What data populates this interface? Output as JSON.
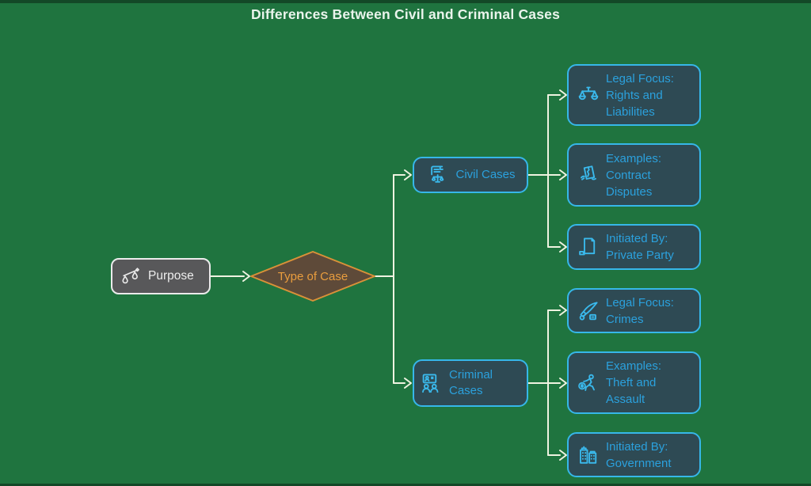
{
  "title": "Differences Between Civil and Criminal Cases",
  "colors": {
    "background": "#1f743f",
    "edge_line": "#eff3e1",
    "title_text": "#eaf4ec",
    "leaf_fill": "#2e4a54",
    "leaf_border": "#36b7e9",
    "leaf_text": "#2ba1dd",
    "icon_accent": "#3ab9ec",
    "decision_fill": "#5e4a39",
    "decision_border": "#d99138",
    "decision_text": "#e99d3e",
    "start_fill": "#58585a",
    "start_border": "#ebebeb",
    "start_text": "#ededed"
  },
  "nodes": {
    "start": {
      "label": "Purpose",
      "icon": "tilted-scales-icon"
    },
    "decision": {
      "label": "Type of Case"
    },
    "civil": {
      "label": "Civil Cases",
      "icon": "legal-document-icon"
    },
    "criminal": {
      "label": "Criminal Cases",
      "icon": "suspects-icon"
    }
  },
  "leaves": [
    {
      "icon": "balance-scale-icon",
      "lines": [
        "Legal Focus:",
        "Rights and",
        "Liabilities"
      ]
    },
    {
      "icon": "torn-contract-icon",
      "lines": [
        "Examples:",
        "Contract",
        "Disputes"
      ]
    },
    {
      "icon": "document-icon",
      "lines": [
        "Initiated By:",
        "Private Party"
      ]
    },
    {
      "icon": "knife-icon",
      "lines": [
        "Legal Focus:",
        "Crimes"
      ]
    },
    {
      "icon": "thief-icon",
      "lines": [
        "Examples:",
        "Theft and",
        "Assault"
      ]
    },
    {
      "icon": "government-building-icon",
      "lines": [
        "Initiated By:",
        "Government"
      ]
    }
  ],
  "connections": [
    {
      "from": "Purpose",
      "to": "Type of Case"
    },
    {
      "from": "Type of Case",
      "to": "Civil Cases"
    },
    {
      "from": "Type of Case",
      "to": "Criminal Cases"
    },
    {
      "from": "Civil Cases",
      "to": "Legal Focus: Rights and Liabilities"
    },
    {
      "from": "Civil Cases",
      "to": "Examples: Contract Disputes"
    },
    {
      "from": "Civil Cases",
      "to": "Initiated By: Private Party"
    },
    {
      "from": "Criminal Cases",
      "to": "Legal Focus: Crimes"
    },
    {
      "from": "Criminal Cases",
      "to": "Examples: Theft and Assault"
    },
    {
      "from": "Criminal Cases",
      "to": "Initiated By: Government"
    }
  ]
}
